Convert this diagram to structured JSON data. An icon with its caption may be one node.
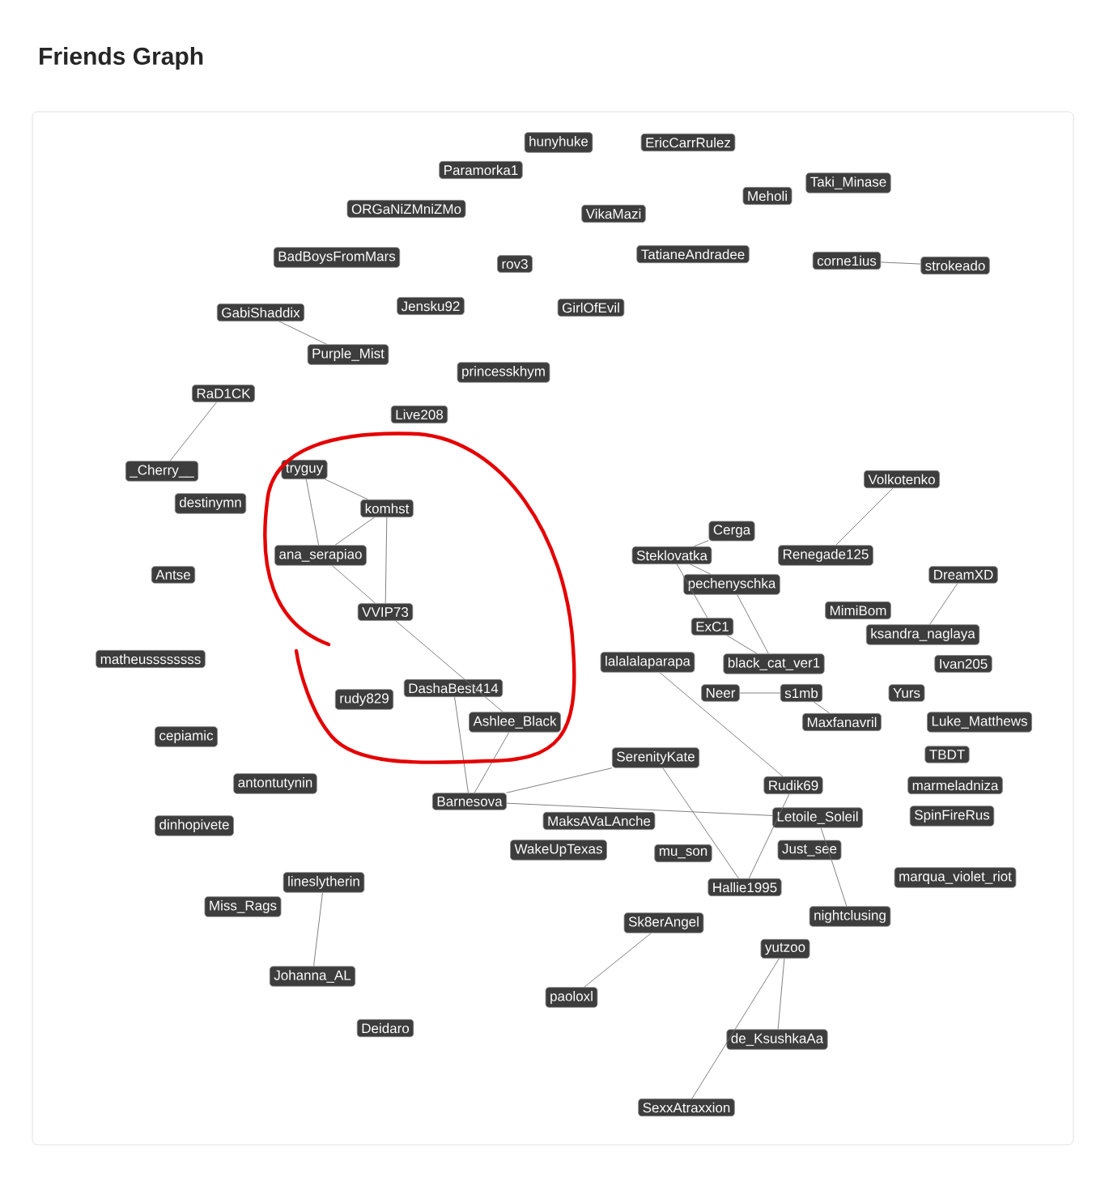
{
  "diagram": {
    "title": "Friends Graph",
    "nodes": [
      {
        "text": [
          "hunyhuke"
        ]
      },
      {
        "text": [
          "EricCarrRulez"
        ]
      },
      {
        "text": [
          "Paramorka1"
        ]
      },
      {
        "text": [
          "Meholi"
        ]
      },
      {
        "text": [
          "Taki_Minase"
        ]
      },
      {
        "text": [
          "ORGaNiZMniZMo"
        ]
      },
      {
        "text": [
          "VikaMazi"
        ]
      },
      {
        "text": [
          "BadBoysFromMars"
        ]
      },
      {
        "text": [
          "rov3"
        ]
      },
      {
        "text": [
          "TatianeAndradee"
        ]
      },
      {
        "text": [
          "corne1ius"
        ]
      },
      {
        "text": [
          "strokeado"
        ]
      },
      {
        "text": [
          "GabiShaddix"
        ]
      },
      {
        "text": [
          "Jensku92"
        ]
      },
      {
        "text": [
          "GirlOfEvil"
        ]
      },
      {
        "text": [
          "Purple_Mist"
        ]
      },
      {
        "text": [
          "princesskhym"
        ]
      },
      {
        "text": [
          "RaD1CK"
        ]
      },
      {
        "text": [
          "Live208"
        ]
      },
      {
        "text": [
          "_Cherry__"
        ]
      },
      {
        "text": [
          "tryguy"
        ]
      },
      {
        "text": [
          "destinymn"
        ]
      },
      {
        "text": [
          "komhst"
        ]
      },
      {
        "text": [
          "Antse"
        ]
      },
      {
        "text": [
          "ana_serapiao"
        ]
      },
      {
        "text": [
          "VVIP73"
        ]
      },
      {
        "text": [
          "matheussssssss"
        ]
      },
      {
        "text": [
          "rudy829"
        ]
      },
      {
        "text": [
          "DashaBest414"
        ]
      },
      {
        "text": [
          "Ashlee_Black"
        ]
      },
      {
        "text": [
          "cepiamic"
        ]
      },
      {
        "text": [
          "antontutynin"
        ]
      },
      {
        "text": [
          "dinhopivete"
        ]
      },
      {
        "text": [
          "lineslytherin"
        ]
      },
      {
        "text": [
          "Miss_Rags"
        ]
      },
      {
        "text": [
          "Johanna_AL"
        ]
      },
      {
        "text": [
          "Deidaro"
        ]
      },
      {
        "text": [
          "Volkotenko"
        ]
      },
      {
        "text": [
          "Cerga"
        ]
      },
      {
        "text": [
          "Steklovatka"
        ]
      },
      {
        "text": [
          "Renegade125"
        ]
      },
      {
        "text": [
          "pechenyschka"
        ]
      },
      {
        "text": [
          "DreamXD"
        ]
      },
      {
        "text": [
          "MimiBom"
        ]
      },
      {
        "text": [
          "ExC1"
        ]
      },
      {
        "text": [
          "ksandra_naglaya"
        ]
      },
      {
        "text": [
          "lalalalaparapa"
        ]
      },
      {
        "text": [
          "black_cat_ver1"
        ]
      },
      {
        "text": [
          "Ivan205"
        ]
      },
      {
        "text": [
          "Neer"
        ]
      },
      {
        "text": [
          "s1mb"
        ]
      },
      {
        "text": [
          "Yurs"
        ]
      },
      {
        "text": [
          "Maxfanavril"
        ]
      },
      {
        "text": [
          "Luke_Matthews"
        ]
      },
      {
        "text": [
          "SerenityKate"
        ]
      },
      {
        "text": [
          "TBDT"
        ]
      },
      {
        "text": [
          "Barnesova"
        ]
      },
      {
        "text": [
          "Rudik69"
        ]
      },
      {
        "text": [
          "marmeladniza"
        ]
      },
      {
        "text": [
          "MaksAVaLAnche"
        ]
      },
      {
        "text": [
          "Letoile_Soleil"
        ]
      },
      {
        "text": [
          "SpinFireRus"
        ]
      },
      {
        "text": [
          "WakeUpTexas"
        ]
      },
      {
        "text": [
          "mu_son"
        ]
      },
      {
        "text": [
          "Just_see"
        ]
      },
      {
        "text": [
          "marqua_violet_riot"
        ]
      },
      {
        "text": [
          "Hallie1995"
        ]
      },
      {
        "text": [
          "Sk8erAngel"
        ]
      },
      {
        "text": [
          "nightclusing"
        ]
      },
      {
        "text": [
          "yutzoo"
        ]
      },
      {
        "text": [
          "paoloxl"
        ]
      },
      {
        "text": [
          "de_KsushkaAa"
        ]
      },
      {
        "text": [
          "SexxAtraxxion"
        ]
      }
    ],
    "edges": [
      {
        "from": 12,
        "to": 15,
        "arrow": "none"
      },
      {
        "from": 17,
        "to": 19,
        "arrow": "none"
      },
      {
        "from": 10,
        "to": 11,
        "arrow": "none"
      },
      {
        "from": 20,
        "to": 22,
        "arrow": "none"
      },
      {
        "from": 20,
        "to": 24,
        "arrow": "none"
      },
      {
        "from": 22,
        "to": 24,
        "arrow": "none"
      },
      {
        "from": 22,
        "to": 25,
        "arrow": "none"
      },
      {
        "from": 24,
        "to": 25,
        "arrow": "none"
      },
      {
        "from": 25,
        "to": 29,
        "arrow": "none"
      },
      {
        "from": 33,
        "to": 35,
        "arrow": "none"
      },
      {
        "from": 28,
        "to": 56,
        "arrow": "none"
      },
      {
        "from": 29,
        "to": 56,
        "arrow": "none"
      },
      {
        "from": 37,
        "to": 40,
        "arrow": "none"
      },
      {
        "from": 39,
        "to": 38,
        "arrow": "none"
      },
      {
        "from": 39,
        "to": 41,
        "arrow": "none"
      },
      {
        "from": 39,
        "to": 44,
        "arrow": "none"
      },
      {
        "from": 41,
        "to": 47,
        "arrow": "none"
      },
      {
        "from": 44,
        "to": 47,
        "arrow": "none"
      },
      {
        "from": 42,
        "to": 45,
        "arrow": "none"
      },
      {
        "from": 49,
        "to": 50,
        "arrow": "none"
      },
      {
        "from": 50,
        "to": 52,
        "arrow": "none"
      },
      {
        "from": 46,
        "to": 57,
        "arrow": "none"
      },
      {
        "from": 56,
        "to": 54,
        "arrow": "none"
      },
      {
        "from": 56,
        "to": 60,
        "arrow": "none"
      },
      {
        "from": 54,
        "to": 66,
        "arrow": "none"
      },
      {
        "from": 57,
        "to": 66,
        "arrow": "none"
      },
      {
        "from": 60,
        "to": 68,
        "arrow": "none"
      },
      {
        "from": 70,
        "to": 67,
        "arrow": "none"
      },
      {
        "from": 69,
        "to": 71,
        "arrow": "none"
      },
      {
        "from": 69,
        "to": 72,
        "arrow": "none"
      }
    ]
  }
}
